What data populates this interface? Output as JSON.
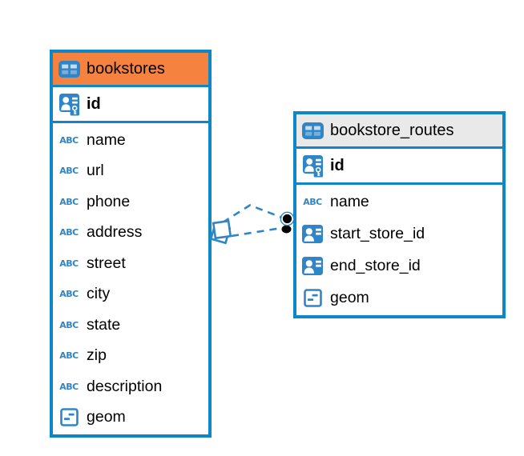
{
  "diagram": {
    "type": "entity-relationship-schema",
    "colors": {
      "table_border_blue": "#0d87c5",
      "icon_blue": "#2f85c6",
      "bookstores_header": "#f5823e",
      "bookstore_routes_header": "#e9e9e9",
      "relationship_line": "#2f85c6",
      "text": "#000000"
    }
  },
  "type_labels": {
    "text": "ABC"
  },
  "tables": {
    "bookstores": {
      "title": "bookstores",
      "primary_key": {
        "name": "id",
        "type": "pk"
      },
      "fields": [
        {
          "name": "name",
          "type": "text"
        },
        {
          "name": "url",
          "type": "text"
        },
        {
          "name": "phone",
          "type": "text"
        },
        {
          "name": "address",
          "type": "text"
        },
        {
          "name": "street",
          "type": "text"
        },
        {
          "name": "city",
          "type": "text"
        },
        {
          "name": "state",
          "type": "text"
        },
        {
          "name": "zip",
          "type": "text"
        },
        {
          "name": "description",
          "type": "text"
        },
        {
          "name": "geom",
          "type": "geometry"
        }
      ]
    },
    "bookstore_routes": {
      "title": "bookstore_routes",
      "primary_key": {
        "name": "id",
        "type": "pk"
      },
      "fields": [
        {
          "name": "name",
          "type": "text"
        },
        {
          "name": "start_store_id",
          "type": "reference"
        },
        {
          "name": "end_store_id",
          "type": "reference"
        },
        {
          "name": "geom",
          "type": "geometry"
        }
      ]
    }
  },
  "relationships": [
    {
      "from_table": "bookstores",
      "to_table": "bookstore_routes",
      "line_style": "dashed",
      "from_marker": "overlapping-squares",
      "to_marker": "filled-dot"
    },
    {
      "from_table": "bookstores",
      "to_table": "bookstore_routes",
      "line_style": "dashed",
      "from_marker": "overlapping-squares",
      "to_marker": "filled-dot"
    }
  ]
}
